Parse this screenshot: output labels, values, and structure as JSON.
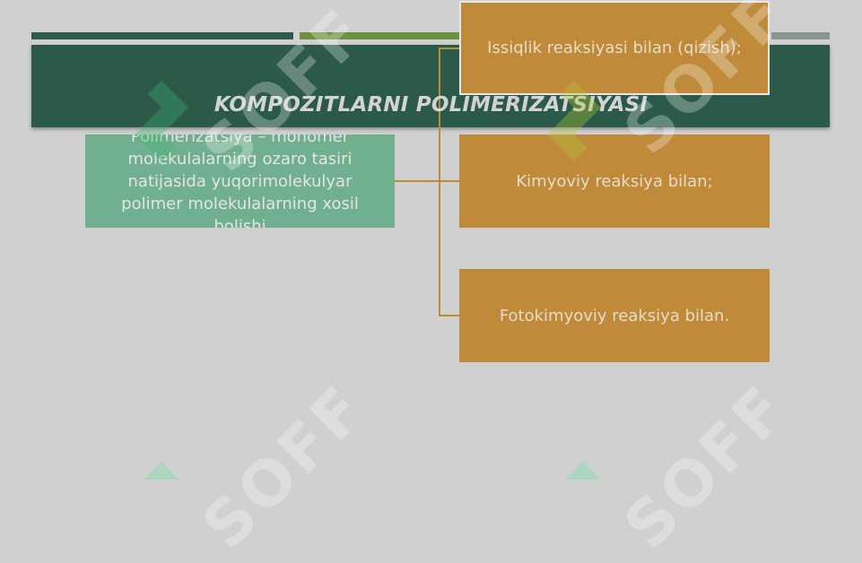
{
  "slide": {
    "title": "KOMPOZITLARNI POLIMERIZATSIYASI"
  },
  "diagram": {
    "root": "Polimerizatsiya – monomer molekulalarning ozaro tasiri natijasida yuqorimolekulyar polimer molekulalarning xosil bolishi",
    "branches": [
      "Issiqlik reaksiyasi bilan (qizish);",
      "Kimyoviy reaksiya bilan;",
      "Fotokimyoviy reaksiya bilan."
    ]
  },
  "watermark": {
    "text": "SOFF"
  },
  "colors": {
    "background": "#d0d0d0",
    "banner": "#2b5a48",
    "root_box": "#70b08e",
    "branch_box": "#bf8a3a"
  }
}
